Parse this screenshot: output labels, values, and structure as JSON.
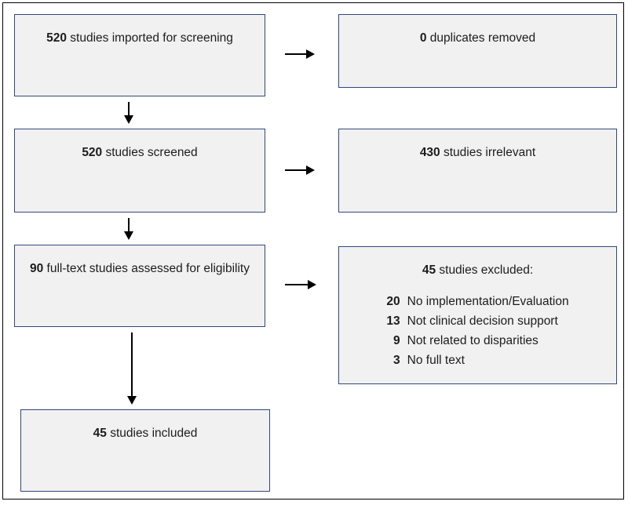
{
  "diagram": {
    "type": "prisma-study-selection-flow",
    "colors": {
      "box_fill": "#f1f1f1",
      "box_border": "#31477d",
      "frame_border": "#000000",
      "text": "#1c1c1c",
      "background": "#ffffff"
    },
    "boxes": {
      "imported": {
        "count": "520",
        "label": " studies imported for screening"
      },
      "duplicates": {
        "count": "0",
        "label": " duplicates removed"
      },
      "screened": {
        "count": "520",
        "label": " studies screened"
      },
      "irrelevant": {
        "count": "430",
        "label": " studies irrelevant"
      },
      "fulltext": {
        "count": "90",
        "label": " full-text studies assessed for eligibility"
      },
      "excluded": {
        "count": "45",
        "label": " studies excluded:",
        "reasons": [
          {
            "count": "20",
            "label": "No implementation/Evaluation"
          },
          {
            "count": "13",
            "label": "Not clinical decision support"
          },
          {
            "count": "9",
            "label": "Not related to disparities"
          },
          {
            "count": "3",
            "label": "No full text"
          }
        ]
      },
      "included": {
        "count": "45",
        "label": " studies included"
      }
    }
  }
}
